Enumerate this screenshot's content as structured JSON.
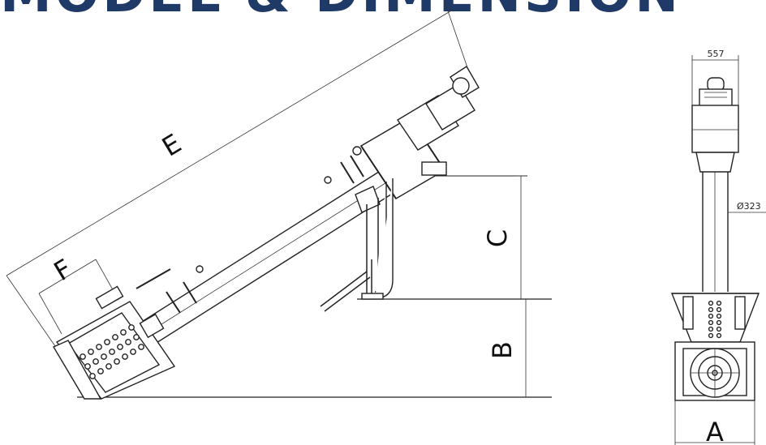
{
  "title": "MODEL & DIMENSION",
  "side_view": {
    "labels": {
      "e": "E",
      "f": "F",
      "c": "C",
      "b": "B"
    }
  },
  "front_view": {
    "labels": {
      "a": "A",
      "width": "557",
      "diameter": "Ø323"
    }
  }
}
